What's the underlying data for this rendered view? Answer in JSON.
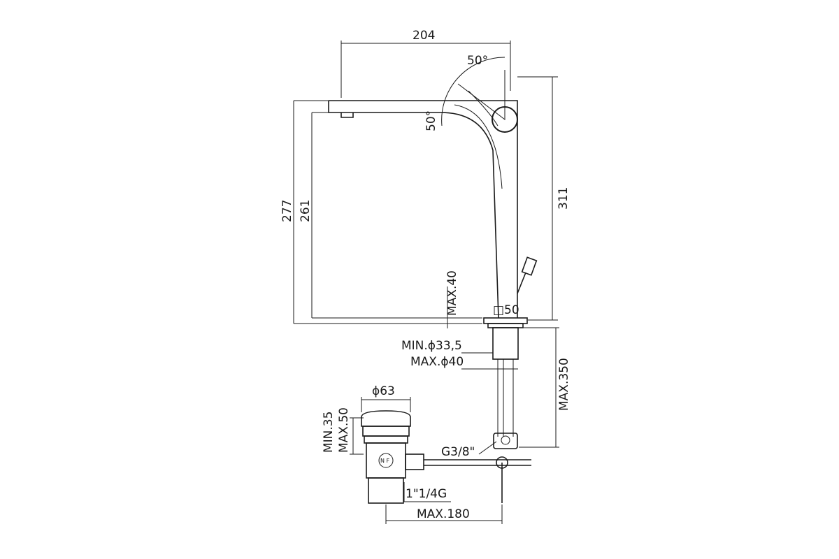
{
  "dimensions": {
    "spout_reach": "204",
    "angle_up": "50°",
    "angle_down": "50°",
    "overall_height": "311",
    "height_277": "277",
    "height_261": "261",
    "max_deck": "MAX.40",
    "square_base": "□50",
    "min_hole": "MIN.ϕ33,5",
    "max_hole": "MAX.ϕ40",
    "max_hose": "MAX.350",
    "connection": "G3/8\"",
    "waste_diameter": "ϕ63",
    "min_35": "MIN.35",
    "max_50": "MAX.50",
    "waste_thread": "1\"1/4G",
    "max_180": "MAX.180",
    "waste_mark": "N F"
  },
  "colors": {
    "line": "#1a1a1a",
    "background": "#ffffff"
  }
}
